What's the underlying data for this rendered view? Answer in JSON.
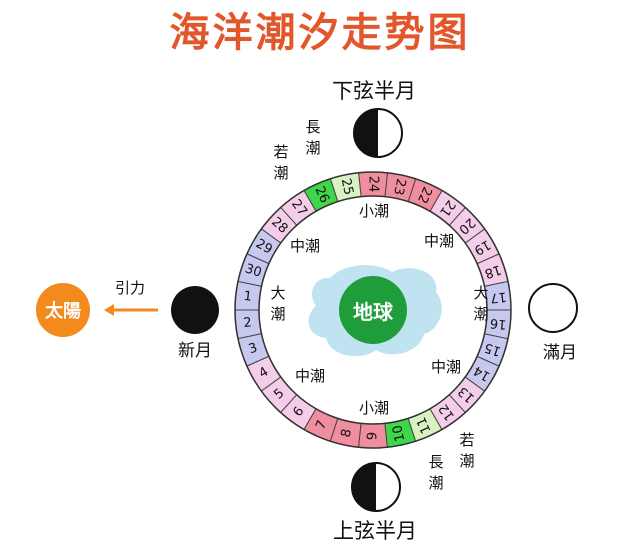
{
  "title": "海洋潮汐走势图",
  "colors": {
    "title": "#e2562b",
    "sun": "#f28a1d",
    "earth_glow": "#bfe3f1",
    "earth": "#1f9d3a",
    "full_tide": "#f3a9bc",
    "mid_tide": "#f4cde9",
    "great_tide": "#c6c8ef",
    "long_tide": "#3fd64a",
    "young_tide": "#d9f2c3",
    "small_tide": "#f08ea0",
    "ring_stroke": "#444444"
  },
  "sun": {
    "label": "太陽"
  },
  "earth": {
    "label": "地球"
  },
  "gravity": {
    "label": "引力"
  },
  "moons": {
    "new": {
      "label": "新月"
    },
    "full": {
      "label": "滿月"
    },
    "last_quarter": {
      "label": "下弦半月"
    },
    "first_quarter": {
      "label": "上弦半月"
    }
  },
  "tide_labels": {
    "small_top": "小潮",
    "small_bottom": "小潮",
    "mid_upper_left": "中潮",
    "mid_upper_right": "中潮",
    "mid_lower_left": "中潮",
    "mid_lower_right": "中潮",
    "great_left": "大潮",
    "great_right": "大潮",
    "long_top": "長潮",
    "young_top": "若潮",
    "long_bottom": "長潮",
    "young_bottom": "若潮"
  },
  "days": [
    {
      "day": "1",
      "tide": "great"
    },
    {
      "day": "2",
      "tide": "great"
    },
    {
      "day": "3",
      "tide": "great"
    },
    {
      "day": "4",
      "tide": "mid"
    },
    {
      "day": "5",
      "tide": "mid"
    },
    {
      "day": "6",
      "tide": "mid"
    },
    {
      "day": "7",
      "tide": "small"
    },
    {
      "day": "8",
      "tide": "small"
    },
    {
      "day": "9",
      "tide": "small"
    },
    {
      "day": "10",
      "tide": "long"
    },
    {
      "day": "11",
      "tide": "young"
    },
    {
      "day": "12",
      "tide": "mid"
    },
    {
      "day": "13",
      "tide": "mid"
    },
    {
      "day": "14",
      "tide": "great"
    },
    {
      "day": "15",
      "tide": "great"
    },
    {
      "day": "16",
      "tide": "great"
    },
    {
      "day": "17",
      "tide": "great"
    },
    {
      "day": "18",
      "tide": "mid"
    },
    {
      "day": "19",
      "tide": "mid"
    },
    {
      "day": "20",
      "tide": "mid"
    },
    {
      "day": "21",
      "tide": "mid"
    },
    {
      "day": "22",
      "tide": "small"
    },
    {
      "day": "23",
      "tide": "small"
    },
    {
      "day": "24",
      "tide": "small"
    },
    {
      "day": "25",
      "tide": "young"
    },
    {
      "day": "26",
      "tide": "long"
    },
    {
      "day": "27",
      "tide": "mid"
    },
    {
      "day": "28",
      "tide": "mid"
    },
    {
      "day": "29",
      "tide": "great"
    },
    {
      "day": "30",
      "tide": "great"
    }
  ]
}
